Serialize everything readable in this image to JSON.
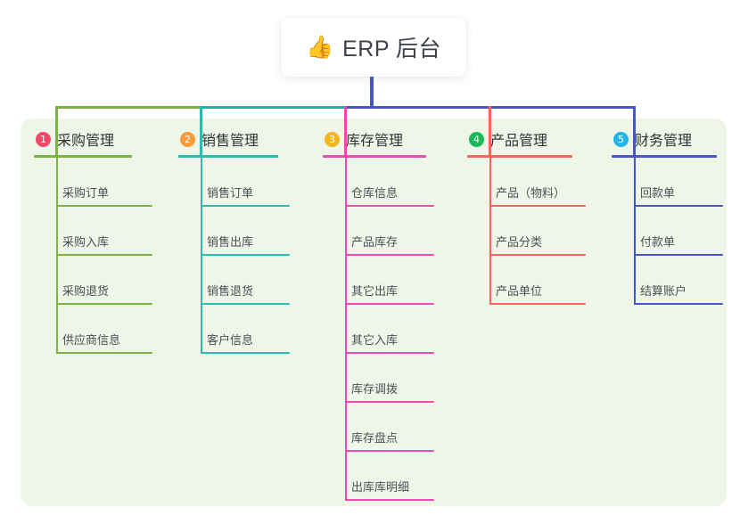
{
  "title": {
    "icon": "thumbs-up-icon",
    "icon_glyph": "👍",
    "text": "ERP 后台"
  },
  "colors": {
    "panel_bg": "#eef7e7",
    "page_bg": "#ffffff",
    "title_text": "#3c4149",
    "item_text": "#4a4f57",
    "bus_green": "#7cb342",
    "bus_teal": "#14b8a6",
    "bus_blue": "#4a55c4",
    "stem_blue": "#4a55c4"
  },
  "columns": [
    {
      "index": "1",
      "title": "采购管理",
      "badge_color": "#f2496b",
      "line_color": "#7cb342",
      "items": [
        "采购订单",
        "采购入库",
        "采购退货",
        "供应商信息"
      ]
    },
    {
      "index": "2",
      "title": "销售管理",
      "badge_color": "#f79a3b",
      "line_color": "#2bbcb0",
      "items": [
        "销售订单",
        "销售出库",
        "销售退货",
        "客户信息"
      ]
    },
    {
      "index": "3",
      "title": "库存管理",
      "badge_color": "#f5b523",
      "line_color": "#ea4bb0",
      "items": [
        "仓库信息",
        "产品库存",
        "其它出库",
        "其它入库",
        "库存调拨",
        "库存盘点",
        "出库库明细"
      ]
    },
    {
      "index": "4",
      "title": "产品管理",
      "badge_color": "#1cb95a",
      "line_color": "#f4655b",
      "items": [
        "产品（物料）",
        "产品分类",
        "产品单位"
      ]
    },
    {
      "index": "5",
      "title": "财务管理",
      "badge_color": "#20b5e8",
      "line_color": "#4a55c4",
      "items": [
        "回款单",
        "付款单",
        "结算账户"
      ]
    }
  ]
}
